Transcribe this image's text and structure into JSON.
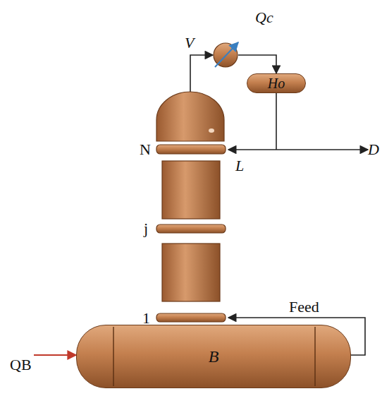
{
  "diagram": {
    "nodes": [
      {
        "text": [
          "Ho"
        ]
      },
      {
        "text": [
          "B"
        ]
      }
    ],
    "labels": [
      "Qc",
      "V",
      "N",
      "L",
      "D",
      "j",
      "1",
      "Feed",
      "QB"
    ]
  }
}
